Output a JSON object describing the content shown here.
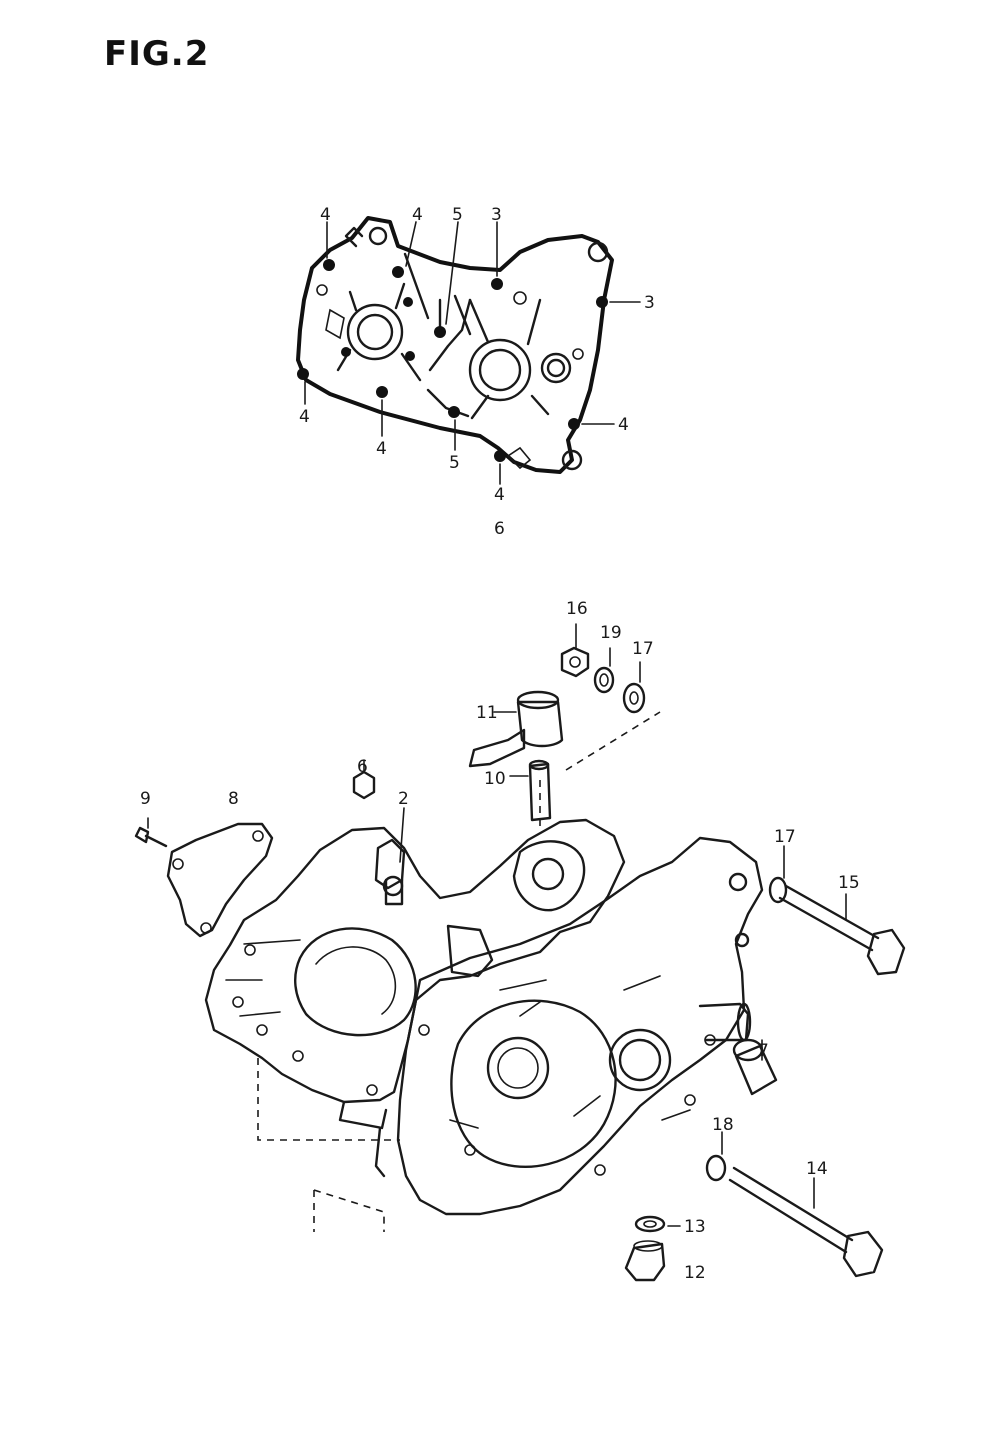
{
  "figure": {
    "title": "FIG.2"
  },
  "gasket_callouts": {
    "top_4a": "4",
    "top_4b": "4",
    "top_5": "5",
    "top_3": "3",
    "right_3": "3",
    "left_4": "4",
    "bottom_4": "4",
    "bottom_5": "5",
    "right_4": "4",
    "low_4": "4",
    "part_6": "6"
  },
  "parts": {
    "p2": "2",
    "p6": "6",
    "p7": "7",
    "p8": "8",
    "p9": "9",
    "p10": "10",
    "p11": "11",
    "p12": "12",
    "p13": "13",
    "p14": "14",
    "p15": "15",
    "p16": "16",
    "p17a": "17",
    "p17b": "17",
    "p18": "18",
    "p19": "19"
  }
}
